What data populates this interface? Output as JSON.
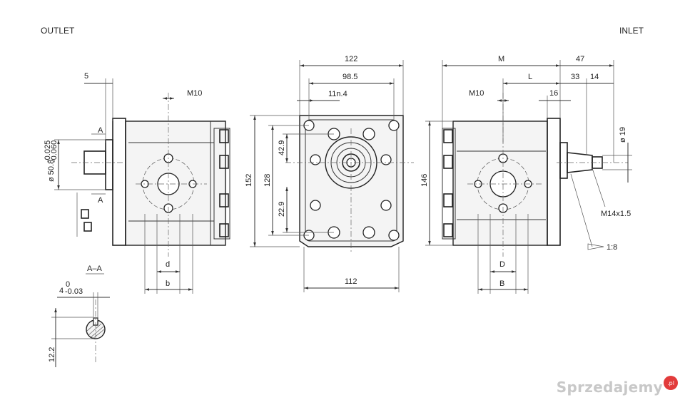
{
  "views": {
    "outlet_title": "OUTLET",
    "inlet_title": "INLET",
    "section_title": "A–A"
  },
  "left_view": {
    "dim_flange_offset": "5",
    "thread": "M10",
    "section_mark_top": "A",
    "section_mark_bottom": "A",
    "pilot_diameter": "ø 50.8",
    "pilot_tol_upper": "-0.025",
    "pilot_tol_lower": "-0.060",
    "dim_small": "d",
    "dim_large": "b"
  },
  "section_view": {
    "key_width": "4",
    "key_tol_upper": "0",
    "key_tol_lower": "-0.03",
    "key_height": "12.2"
  },
  "front_view": {
    "overall_width": "122",
    "bolt_span": "98.5",
    "holes": "11n.4",
    "overall_height": "152",
    "bolt_height": "128",
    "upper_offset": "42.9",
    "lower_offset": "22.9",
    "base_width": "112"
  },
  "right_view": {
    "dim_M": "M",
    "dim_47": "47",
    "dim_L": "L",
    "dim_33": "33",
    "dim_14": "14",
    "thread": "M10",
    "dim_16": "16",
    "height": "146",
    "shaft_diameter": "ø 19",
    "shaft_thread": "M14x1.5",
    "taper": "1:8",
    "dim_small": "D",
    "dim_large": "B"
  },
  "watermark": {
    "text": "Sprzedajemy",
    "badge": ".pl"
  }
}
